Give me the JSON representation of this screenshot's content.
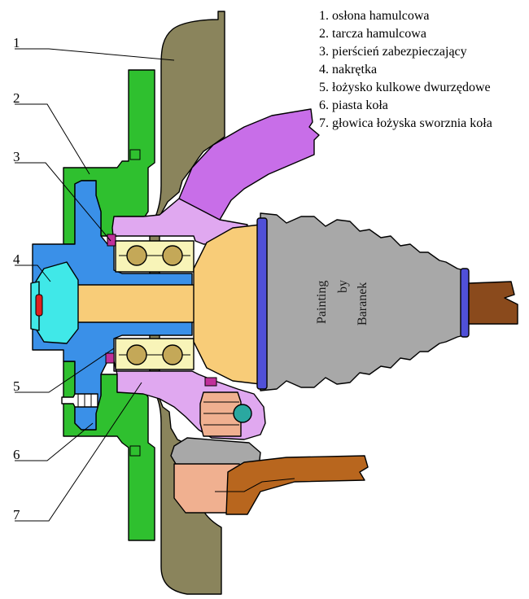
{
  "legend": {
    "items": [
      {
        "number": "1",
        "text": "1. osłona hamulcowa"
      },
      {
        "number": "2",
        "text": "2. tarcza hamulcowa"
      },
      {
        "number": "3",
        "text": "3. pierścień zabezpieczający"
      },
      {
        "number": "4",
        "text": "4. nakrętka"
      },
      {
        "number": "5",
        "text": "5. łożysko kulkowe dwurzędowe"
      },
      {
        "number": "6",
        "text": "6. piasta koła"
      },
      {
        "number": "7",
        "text": "7. głowica łożyska sworznia koła"
      }
    ]
  },
  "callouts": [
    "1",
    "2",
    "3",
    "4",
    "5",
    "6",
    "7"
  ],
  "signature": {
    "line1": "Painting",
    "line2": "by",
    "line3": "Baranek"
  },
  "colors": {
    "brake_shield": "#8a845c",
    "brake_disc": "#2fc02f",
    "retaining_ring": "#c0309a",
    "nut": "#40e8e8",
    "bearing_race": "#f8f4b8",
    "bearing_ball": "#c4a858",
    "hub": "#3a90e8",
    "knuckle": "#e0a8f0",
    "suspension_arm": "#c86ee8",
    "axle_shaft": "#f8cc78",
    "boot": "#a8a8a8",
    "boot_band": "#5050d8",
    "drive_shaft": "#8a4a1c",
    "ball_joint_pin": "#2aa8a0",
    "tie_rod_end": "#f0b090",
    "tie_rod": "#b8661e"
  }
}
